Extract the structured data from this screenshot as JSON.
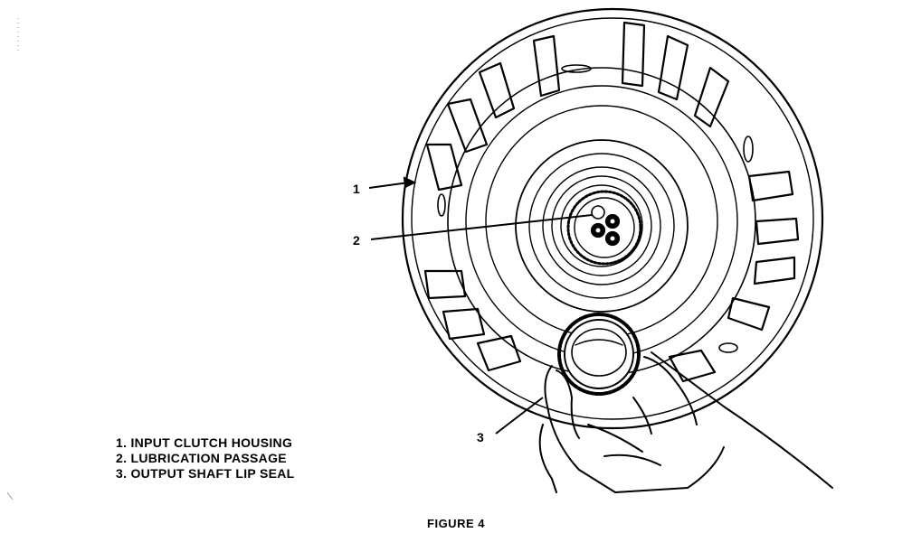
{
  "callouts": [
    {
      "id": "1",
      "text": "1"
    },
    {
      "id": "2",
      "text": "2"
    },
    {
      "id": "3",
      "text": "3"
    }
  ],
  "legend": [
    {
      "number": "1.",
      "text": "INPUT CLUTCH HOUSING"
    },
    {
      "number": "2.",
      "text": "LUBRICATION PASSAGE"
    },
    {
      "number": "3.",
      "text": "OUTPUT SHAFT LIP SEAL"
    }
  ],
  "caption": "FIGURE 4"
}
